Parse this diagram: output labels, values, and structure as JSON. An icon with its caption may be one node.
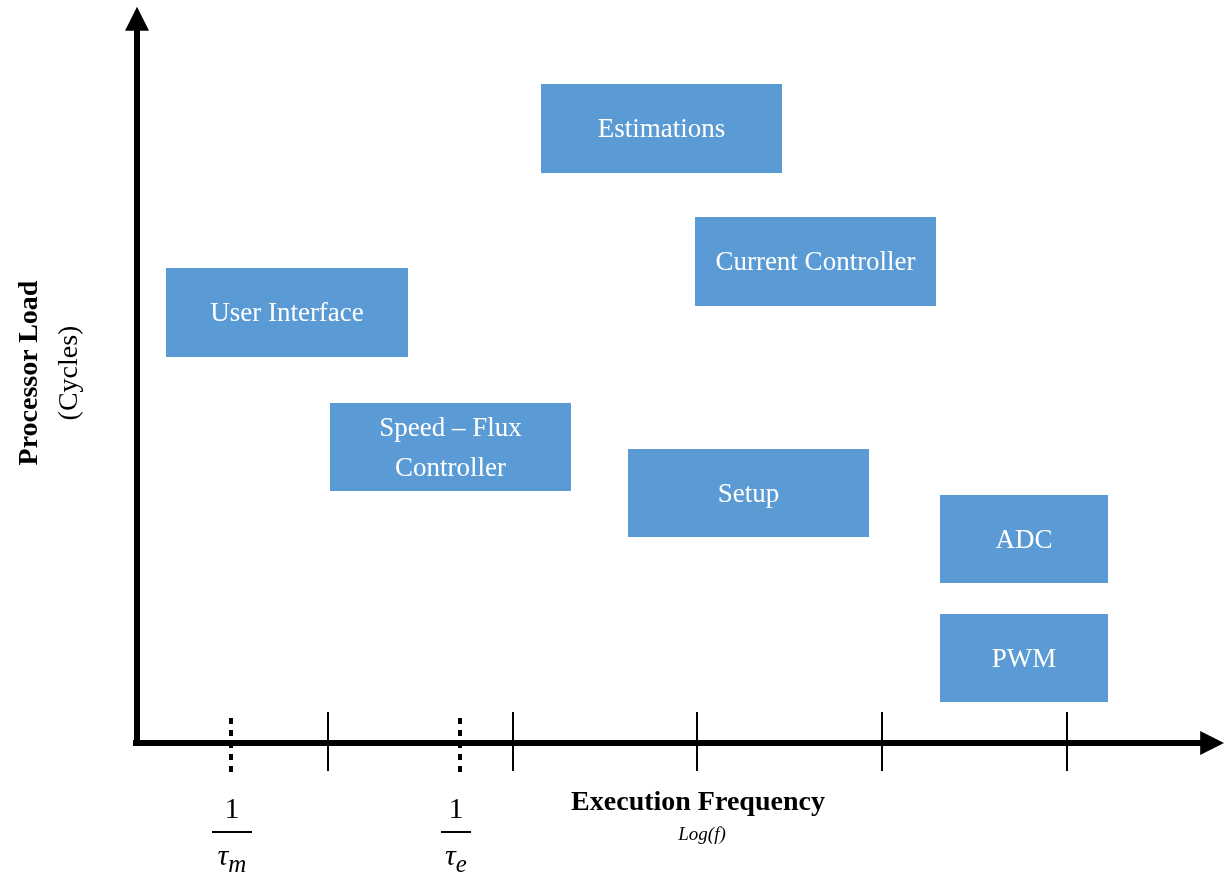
{
  "diagram": {
    "nodes": [
      {
        "text": [
          "Estimations"
        ]
      },
      {
        "text": [
          "Current Controller"
        ]
      },
      {
        "text": [
          "User Interface"
        ]
      },
      {
        "text": [
          "Speed – Flux Controller"
        ]
      },
      {
        "text": [
          "Setup"
        ]
      },
      {
        "text": [
          "ADC"
        ]
      },
      {
        "text": [
          "PWM"
        ]
      }
    ],
    "labels": [
      "Processor Load",
      "(Cycles)",
      "1",
      "τ$_{m}$",
      "1",
      "τ$_{e}$",
      "Execution Frequency",
      "Log(f)"
    ]
  }
}
